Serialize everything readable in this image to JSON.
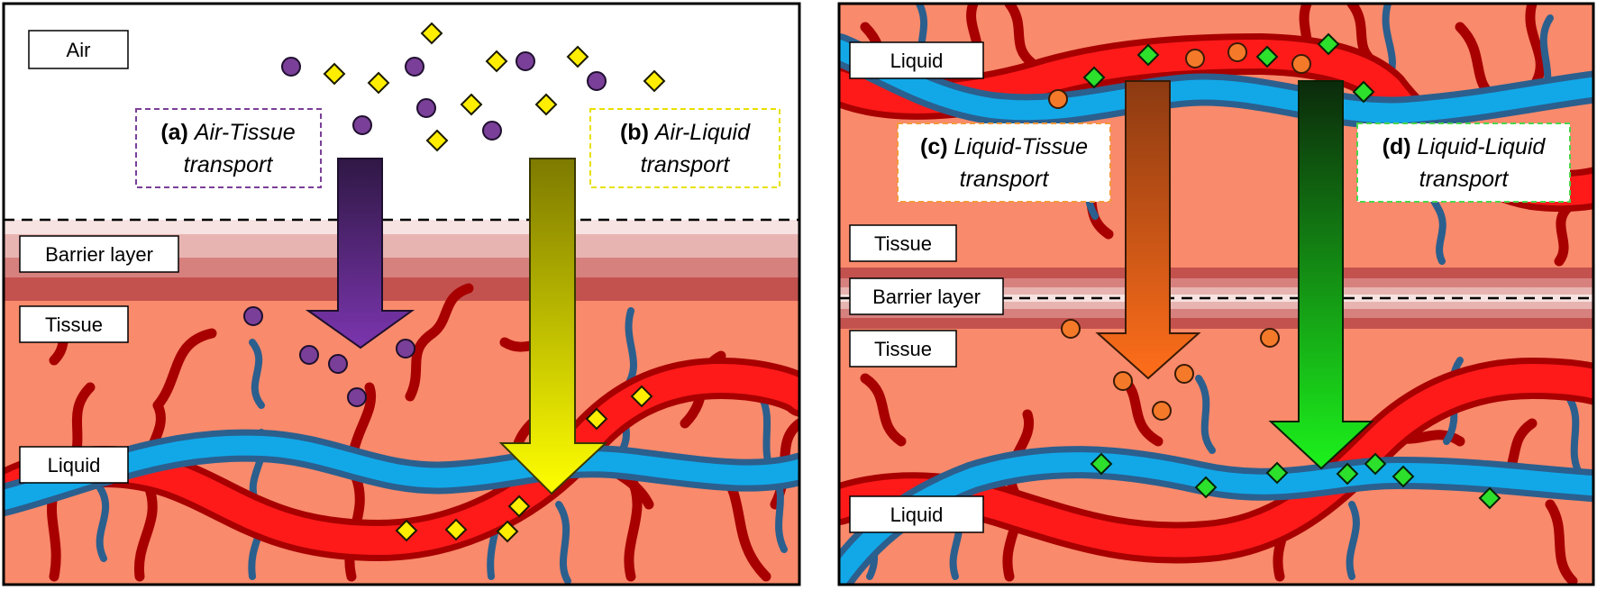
{
  "panel_left": {
    "labels": {
      "air": "Air",
      "barrier": "Barrier layer",
      "tissue": "Tissue",
      "liquid": "Liquid"
    },
    "box_a": {
      "tag": "(a)",
      "line1": "Air-Tissue",
      "line2": "transport",
      "border_color": "#7a3f98"
    },
    "box_b": {
      "tag": "(b)",
      "line1": "Air-Liquid",
      "line2": "transport",
      "border_color": "#e8e000"
    }
  },
  "panel_right": {
    "labels": {
      "liquid_top": "Liquid",
      "tissue_top": "Tissue",
      "barrier": "Barrier layer",
      "tissue_bottom": "Tissue",
      "liquid_bottom": "Liquid"
    },
    "box_c": {
      "tag": "(c)",
      "line1": "Liquid-Tissue",
      "line2": "transport",
      "border_color": "#f39a3c"
    },
    "box_d": {
      "tag": "(d)",
      "line1": "Liquid-Liquid",
      "line2": "transport",
      "border_color": "#4cd64c"
    }
  },
  "colors": {
    "tissue": "#f98a6b",
    "vessel_red": "#ff1a1a",
    "vessel_dark": "#a80000",
    "vessel_blue": "#2b5f8e",
    "vessel_cyan": "#12a8e8",
    "particle_purple": "#7a3f98",
    "particle_yellow": "#ffee00",
    "particle_orange": "#f47a2a",
    "particle_green": "#2ce02c"
  }
}
